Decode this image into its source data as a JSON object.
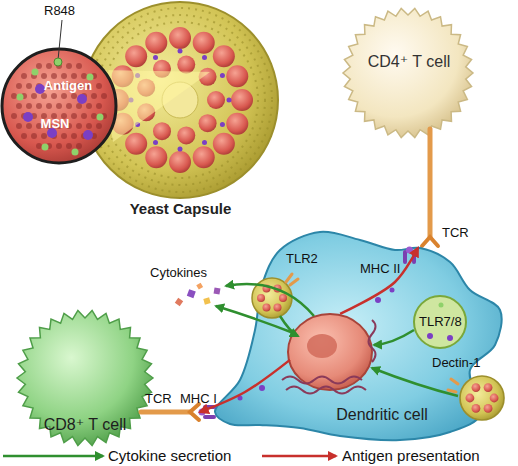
{
  "diagram": {
    "nodes": [
      {
        "text": [
          "Antigen",
          "MSN"
        ]
      },
      {
        "text": [
          "Yeast Capsule"
        ]
      },
      {
        "text": [
          "CD4⁺ T cell"
        ]
      },
      {
        "text": [
          "Dendritic cell"
        ]
      },
      {
        "text": [
          "CD8⁺ T cell"
        ]
      }
    ],
    "edges": [
      {
        "from": 3,
        "to": 2,
        "arrow": "to"
      },
      {
        "from": 3,
        "to": 4,
        "arrow": "to"
      }
    ],
    "labels": [
      "R848",
      "TLR2",
      "TCR",
      "MHC II",
      "Cytokines",
      "TLR7/8",
      "Dectin-1",
      "TCR",
      "MHC I"
    ],
    "legend": [
      {
        "text": "Cytokine secretion"
      },
      {
        "text": "Antigen presentation"
      }
    ]
  }
}
